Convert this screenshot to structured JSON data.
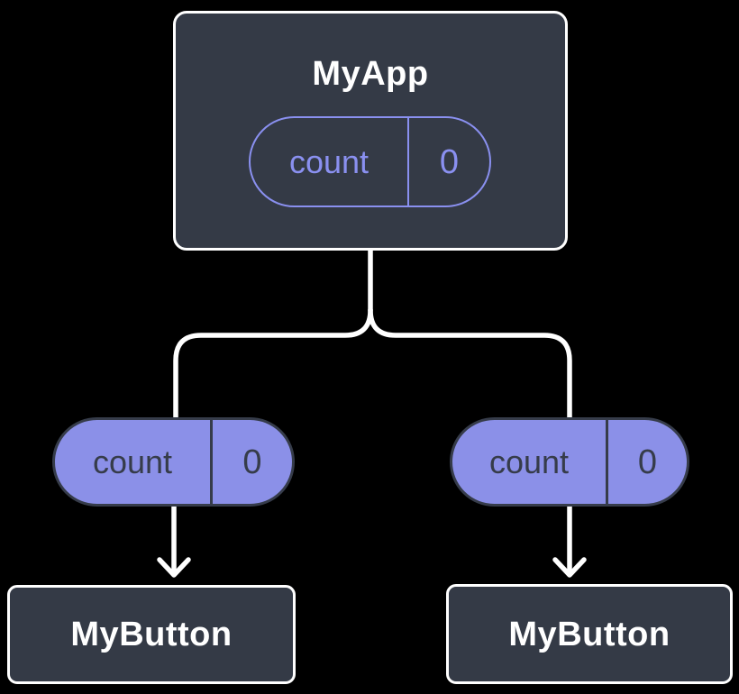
{
  "root_node": {
    "title": "MyApp",
    "state_pill": {
      "label": "count",
      "value": "0"
    }
  },
  "child_nodes": [
    {
      "title": "MyButton",
      "prop_pill": {
        "label": "count",
        "value": "0"
      }
    },
    {
      "title": "MyButton",
      "prop_pill": {
        "label": "count",
        "value": "0"
      }
    }
  ],
  "edges": [
    {
      "from": "MyApp",
      "to": "left MyButton",
      "via": "count prop"
    },
    {
      "from": "MyApp",
      "to": "right MyButton",
      "via": "count prop"
    }
  ],
  "colors": {
    "background": "#000000",
    "node_fill": "#343A46",
    "node_border": "#FFFFFF",
    "node_text": "#FFFFFF",
    "state_pill_outline": "#8A90F0",
    "state_pill_text": "#8A90F0",
    "prop_pill_fill": "#8B90E8",
    "prop_pill_outline": "#363C4A",
    "prop_pill_text": "#363C4A",
    "connector": "#FFFFFF"
  }
}
